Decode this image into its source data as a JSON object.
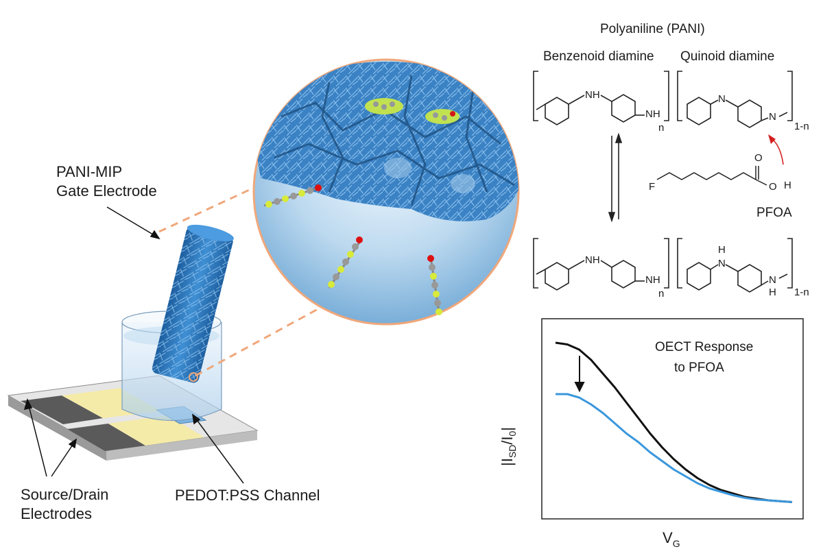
{
  "labels": {
    "gate_line1": "PANI-MIP",
    "gate_line2": "Gate Electrode",
    "sd_line1": "Source/Drain",
    "sd_line2": "Electrodes",
    "channel": "PEDOT:PSS Channel",
    "pani_title": "Polyaniline (PANI)",
    "benzenoid": "Benzenoid diamine",
    "quinoid": "Quinoid diamine",
    "pfoa": "PFOA"
  },
  "chem": {
    "nh": "NH",
    "n": "N",
    "h": "H",
    "o": "O",
    "f": "F",
    "sub_n": "n",
    "sub_1n": "1-n"
  },
  "plot": {
    "title_line1": "OECT Response",
    "title_line2": "to PFOA",
    "ylabel_main": "|I",
    "ylabel_sub1": "SD",
    "ylabel_mid": "/I",
    "ylabel_sub2": "0",
    "ylabel_end": "|",
    "xlabel_main": "V",
    "xlabel_sub": "G"
  },
  "chart_data": {
    "type": "line",
    "title": "OECT Response to PFOA",
    "xlabel": "VG",
    "ylabel": "|ISD/I0|",
    "x": [
      0.0,
      0.05,
      0.1,
      0.15,
      0.2,
      0.25,
      0.3,
      0.35,
      0.4,
      0.45,
      0.5,
      0.55,
      0.6,
      0.65,
      0.7,
      0.75,
      0.8,
      0.85,
      0.9,
      0.95,
      1.0
    ],
    "series": [
      {
        "color": "#111111",
        "values": [
          0.96,
          0.95,
          0.92,
          0.86,
          0.78,
          0.7,
          0.61,
          0.52,
          0.43,
          0.35,
          0.28,
          0.22,
          0.17,
          0.13,
          0.1,
          0.08,
          0.06,
          0.05,
          0.04,
          0.035,
          0.03
        ]
      },
      {
        "color": "#3a97dc",
        "values": [
          0.66,
          0.66,
          0.64,
          0.6,
          0.55,
          0.49,
          0.43,
          0.38,
          0.32,
          0.27,
          0.22,
          0.18,
          0.14,
          0.11,
          0.09,
          0.07,
          0.055,
          0.045,
          0.04,
          0.035,
          0.03
        ]
      }
    ],
    "annotation": "downward arrow from black curve to blue curve"
  },
  "colors": {
    "network": "#2f77b8",
    "network_dark": "#1d4f80",
    "bubble_edge": "#f0a77a",
    "substrate": "#d7d7d7",
    "gold": "#f3e6a0",
    "dark_pad": "#555555",
    "blue_curve": "#3a97dc",
    "red_arrow": "#d42020"
  }
}
